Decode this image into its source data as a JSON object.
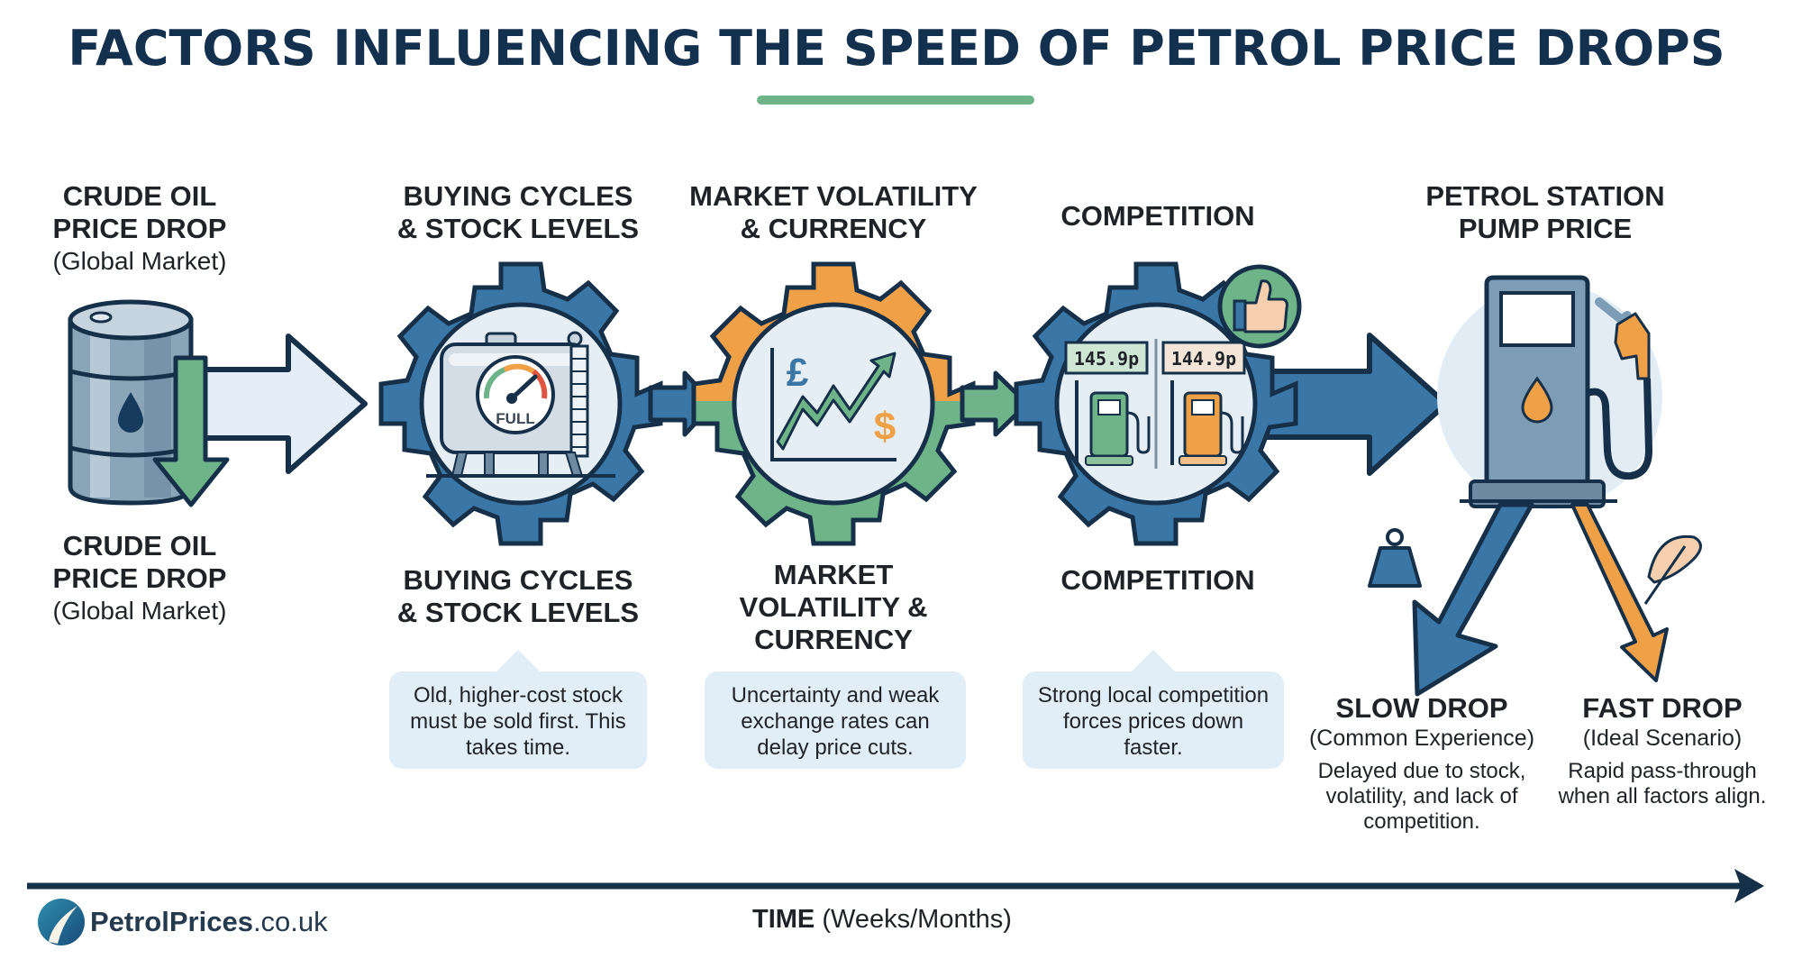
{
  "title": "FACTORS INFLUENCING THE SPEED OF PETROL PRICE DROPS",
  "colors": {
    "title": "#13304f",
    "accent_green": "#6fb488",
    "gear_blue": "#3b77a6",
    "outline_navy": "#16304a",
    "orange": "#f0a046",
    "light_blue_fill": "#e2eef7"
  },
  "stages": [
    {
      "top_label": "CRUDE OIL\nPRICE DROP",
      "top_sub": "(Global Market)",
      "bottom_label": "CRUDE OIL\nPRICE DROP",
      "bottom_sub": "(Global Market)",
      "icon": "oil-barrel-with-down-arrow-icon"
    },
    {
      "top_label": "BUYING CYCLES\n& STOCK LEVELS",
      "bottom_label": "BUYING CYCLES\n& STOCK LEVELS",
      "icon": "storage-tank-gear-icon",
      "gauge_label": "FULL",
      "callout": "Old, higher-cost stock must be sold first. This takes time."
    },
    {
      "top_label": "MARKET VOLATILITY\n& CURRENCY",
      "bottom_label": "MARKET\nVOLATILITY &\nCURRENCY",
      "icon": "currency-chart-gear-icon",
      "currency_symbols": [
        "£",
        "$"
      ],
      "callout": "Uncertainty and weak exchange rates can delay price cuts."
    },
    {
      "top_label": "COMPETITION",
      "bottom_label": "COMPETITION",
      "icon": "competing-pumps-gear-icon",
      "price_a": "145.9p",
      "price_b": "144.9p",
      "callout": "Strong local competition forces prices down faster."
    },
    {
      "top_label": "PETROL STATION\nPUMP PRICE",
      "icon": "fuel-pump-icon"
    }
  ],
  "outcomes": {
    "slow": {
      "title": "SLOW DROP",
      "subtitle": "(Common Experience)",
      "description": "Delayed due to stock, volatility, and lack of competition.",
      "icon": "weight-icon"
    },
    "fast": {
      "title": "FAST DROP",
      "subtitle": "(Ideal Scenario)",
      "description": "Rapid pass-through when all factors align.",
      "icon": "feather-icon"
    }
  },
  "timeline": {
    "label_bold": "TIME",
    "label_rest": " (Weeks/Months)"
  },
  "logo": {
    "brand": "PetrolPrices",
    "domain": ".co.uk"
  }
}
